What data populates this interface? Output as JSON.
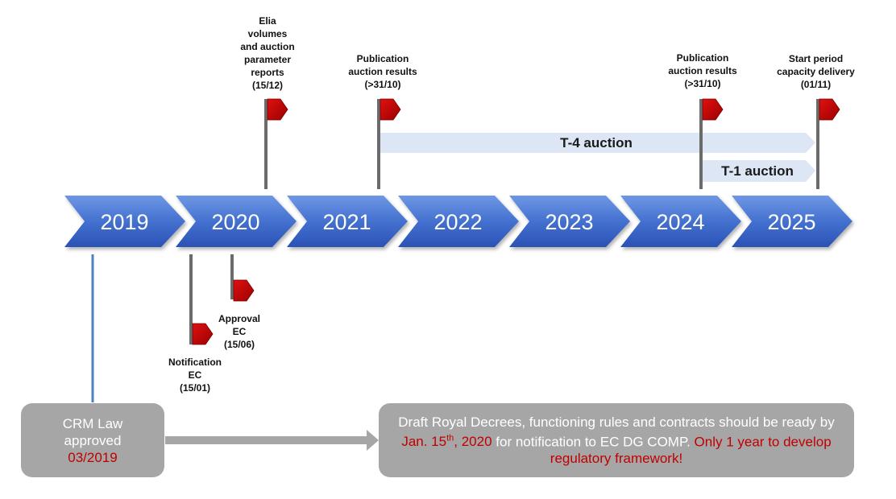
{
  "years": [
    "2019",
    "2020",
    "2021",
    "2022",
    "2023",
    "2024",
    "2025"
  ],
  "auctions": {
    "t4": "T-4 auction",
    "t1": "T-1 auction"
  },
  "milestones_top": {
    "elia": "Elia\nvolumes\nand auction\nparameter\nreports\n(15/12)",
    "pub1": "Publication\nauction results\n(>31/10)",
    "pub2": "Publication\nauction results\n(>31/10)",
    "start": "Start period\ncapacity delivery\n(01/11)"
  },
  "milestones_bottom": {
    "notification": "Notification\nEC\n(15/01)",
    "approval": "Approval\nEC\n(15/06)"
  },
  "crm_box": {
    "line1": "CRM Law",
    "line2": "approved",
    "date": "03/2019"
  },
  "draft_box": {
    "part1": "Draft Royal Decrees, functioning rules and contracts should be ready by ",
    "highlight_date": "Jan. 15",
    "highlight_sup": "th",
    "highlight_year": ", 2020",
    "part2": " for notification to EC DG COMP. ",
    "highlight_end": "Only 1 year to develop regulatory framework!"
  },
  "colors": {
    "chevron_top": "#6b93e0",
    "chevron_bottom": "#2952b8",
    "flag_red": "#c00000",
    "pole": "#6b6b6b",
    "auction_bar": "#dce6f4",
    "box_grey": "#a6a6a6",
    "crm_line": "#4f81bd"
  }
}
